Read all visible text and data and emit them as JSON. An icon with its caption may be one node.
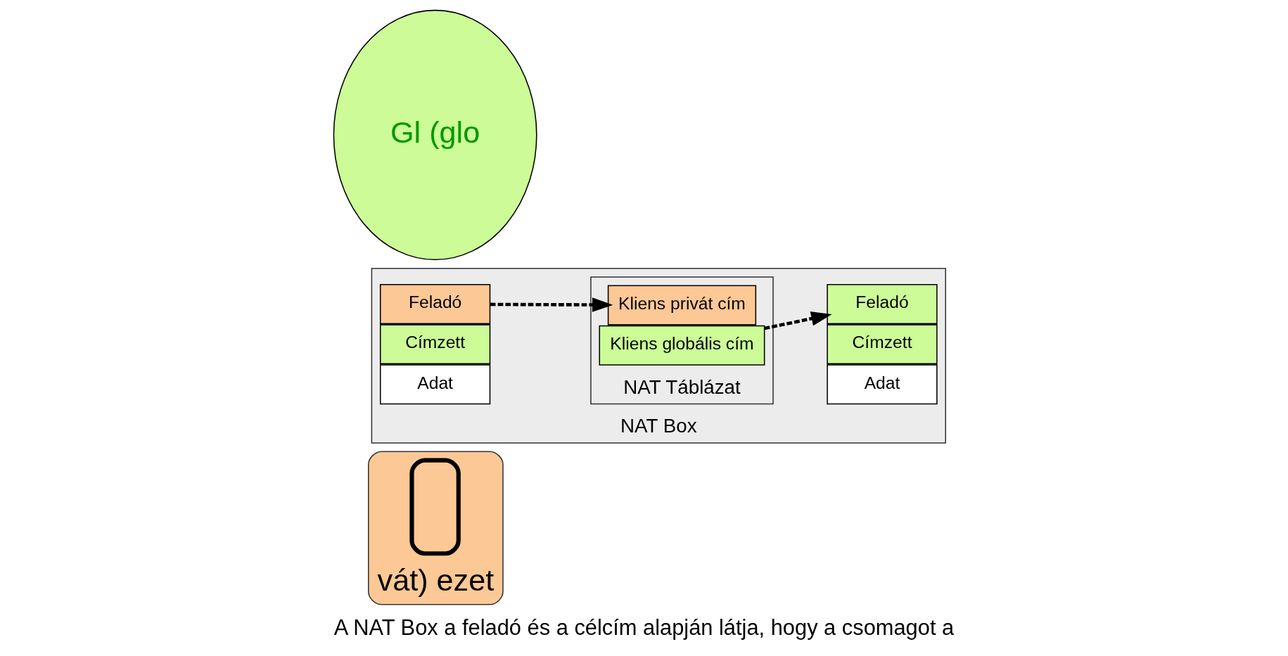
{
  "diagram": {
    "caption": "A NAT Box a feladó és a célcím alapján látja, hogy a csomagot a",
    "nodes": [
      {
        "text": [
          "vát) ezet"
        ]
      },
      {
        "text": [],
        "shape": "box",
        "in": 0
      },
      {
        "text": [
          "NAT Box"
        ]
      },
      {
        "text": [
          "NAT Táblázat"
        ],
        "in": 2
      },
      {
        "text": [
          "Kliens privát cím"
        ],
        "in": 3
      },
      {
        "text": [
          "Kliens globális cím"
        ],
        "in": 3
      },
      {
        "text": [
          "Feladó"
        ],
        "in": 2
      },
      {
        "text": [
          "Címzett"
        ],
        "in": 2
      },
      {
        "text": [
          "Adat"
        ],
        "in": 2
      },
      {
        "text": [
          "Feladó"
        ],
        "in": 2
      },
      {
        "text": [
          "Címzett"
        ],
        "in": 2
      },
      {
        "text": [
          "Adat"
        ],
        "in": 2
      },
      {
        "text": [
          "Gl (glo"
        ]
      }
    ],
    "edges": [
      {
        "from": 6,
        "to": 4,
        "arrow": "to",
        "style": "dashed"
      },
      {
        "from": 5,
        "to": 9,
        "arrow": "to",
        "style": "dashed"
      }
    ]
  }
}
